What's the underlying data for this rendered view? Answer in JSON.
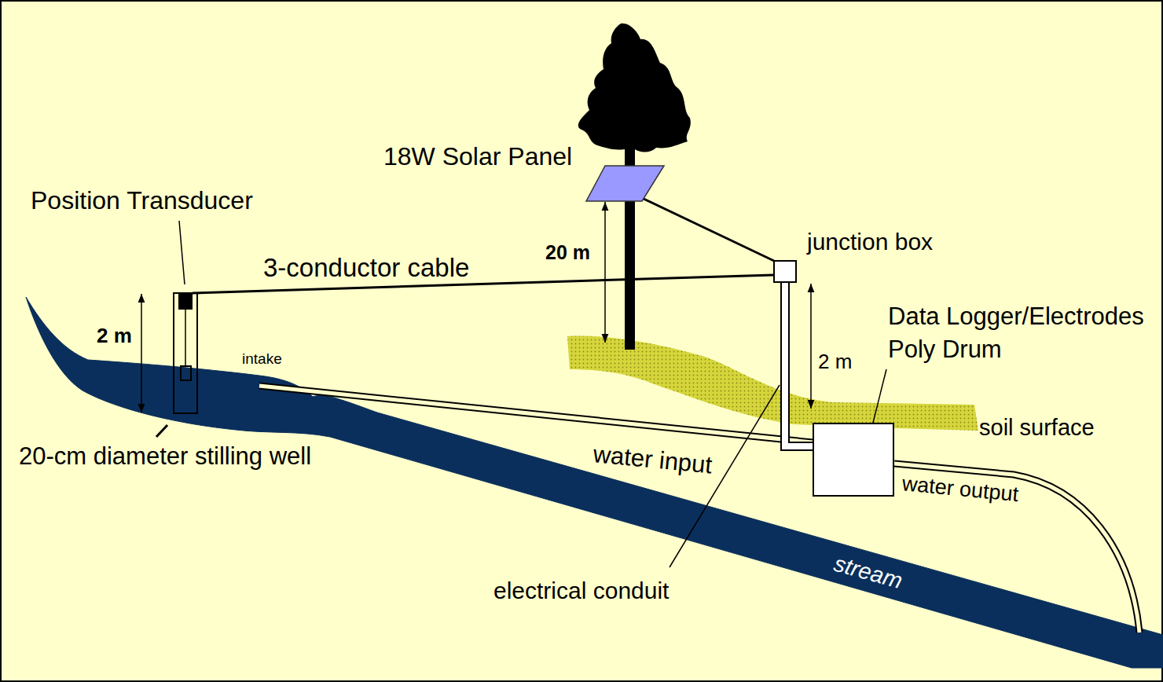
{
  "diagram": {
    "nodes": [
      {
        "text": [
          "Position Transducer",
          "20-cm diameter stilling well"
        ]
      },
      {
        "text": [
          "18W Solar Panel"
        ]
      },
      {
        "text": [
          "junction box"
        ]
      },
      {
        "text": [
          "Data Logger/Electrodes Poly Drum"
        ]
      }
    ],
    "edges": [
      {
        "from": 0,
        "to": 2,
        "label": "3-conductor cable",
        "arrow": "none"
      },
      {
        "from": 1,
        "to": 2,
        "arrow": "none"
      },
      {
        "from": 2,
        "to": 3,
        "arrow": "none"
      }
    ],
    "labels": [
      "2 m",
      "intake",
      "20 m",
      "2 m",
      "water input",
      "electrical conduit",
      "soil surface",
      "water output",
      "stream"
    ]
  }
}
